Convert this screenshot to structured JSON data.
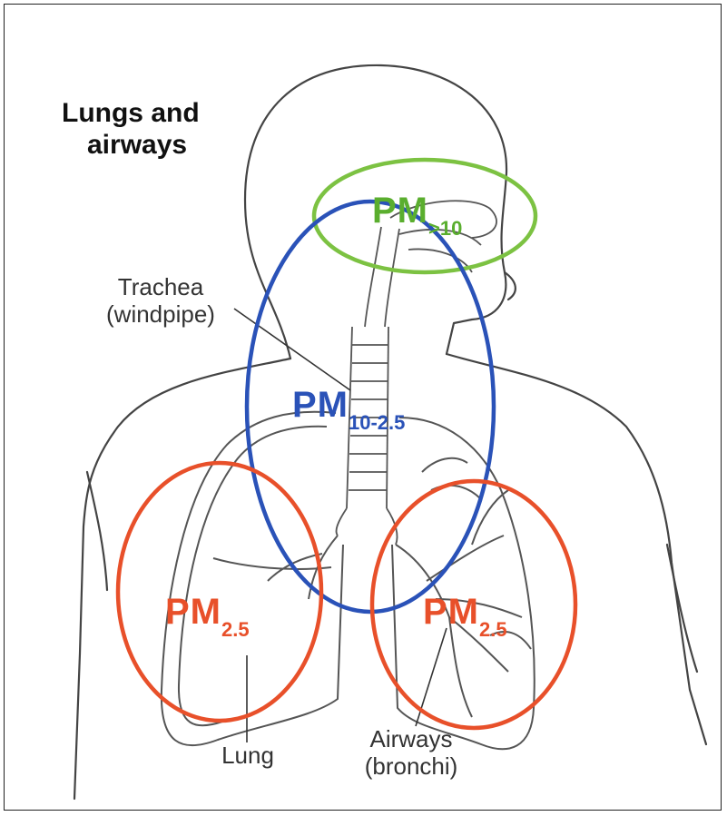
{
  "title_line1": "Lungs and",
  "title_line2": "airways",
  "labels": {
    "trachea": "Trachea",
    "trachea_alt": "(windpipe)",
    "lung": "Lung",
    "airways": "Airways",
    "airways_alt": "(bronchi)"
  },
  "zones": {
    "nose": {
      "main": "PM",
      "sub": ">10",
      "color": "#5aae2e"
    },
    "trachea": {
      "main": "PM",
      "sub": "10-2.5",
      "color": "#2a52b8"
    },
    "left_lung": {
      "main": "PM",
      "sub": "2.5",
      "color": "#e8502a"
    },
    "right_lung": {
      "main": "PM",
      "sub": "2.5",
      "color": "#e8502a"
    }
  }
}
